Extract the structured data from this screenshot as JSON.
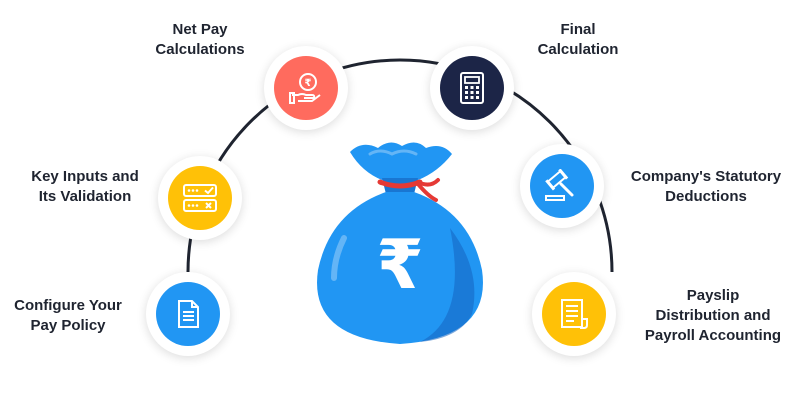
{
  "center": {
    "currency_symbol": "₹",
    "icon": "money-bag-icon"
  },
  "steps": [
    {
      "id": "configure-pay-policy",
      "icon": "document-icon",
      "color": "#2196F3",
      "lines": [
        "Configure Your",
        "Pay Policy"
      ]
    },
    {
      "id": "key-inputs-validation",
      "icon": "input-validation-icon",
      "color": "#FFC107",
      "lines": [
        "Key Inputs and",
        "Its Validation"
      ]
    },
    {
      "id": "net-pay-calculations",
      "icon": "hand-rupee-icon",
      "color": "#FF6B5E",
      "lines": [
        "Net Pay",
        "Calculations"
      ]
    },
    {
      "id": "final-calculation",
      "icon": "calculator-icon",
      "color": "#1C2547",
      "lines": [
        "Final",
        "Calculation"
      ]
    },
    {
      "id": "statutory-deductions",
      "icon": "gavel-icon",
      "color": "#2196F3",
      "lines": [
        "Company's Statutory",
        "Deductions"
      ]
    },
    {
      "id": "payslip-distribution",
      "icon": "payslip-icon",
      "color": "#FFC107",
      "lines": [
        "Payslip",
        "Distribution and",
        "Payroll Accounting"
      ]
    }
  ],
  "colors": {
    "arc": "#1f2430",
    "bag_main": "#2196F3",
    "bag_dark": "#1565C0",
    "tie": "#E53935"
  }
}
